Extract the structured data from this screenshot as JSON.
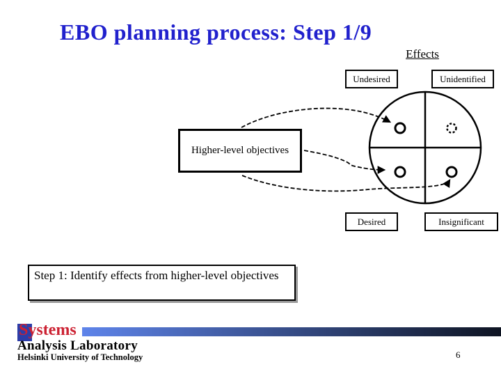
{
  "slide": {
    "title": "EBO planning process: Step 1/9",
    "diagram": {
      "axis_title": "Effects",
      "quadrant_labels": {
        "top_left": "Undesired",
        "top_right": "Unidentified",
        "bottom_left": "Desired",
        "bottom_right": "Insignificant"
      },
      "source_box": "Higher-level objectives",
      "effect_points": [
        {
          "quadrant": "undesired",
          "style": "solid",
          "arrow_from_source": true
        },
        {
          "quadrant": "unidentified",
          "style": "dashed",
          "arrow_from_source": false
        },
        {
          "quadrant": "desired",
          "style": "solid",
          "arrow_from_source": true
        },
        {
          "quadrant": "insignificant",
          "style": "solid",
          "arrow_from_source": true
        }
      ]
    },
    "step_caption": "Step 1: Identify effects from higher-level objectives",
    "footer": {
      "logo_line1": "Systems",
      "logo_line2": "Analysis Laboratory",
      "logo_line3": "Helsinki University of Technology",
      "page_number": "6"
    },
    "colors": {
      "title_blue": "#2121cd",
      "logo_red": "#cc2233",
      "logo_square_blue": "#2d3da8",
      "bar_start": "#5e84ea",
      "bar_end": "#0e1422",
      "step_shadow": "#999999"
    }
  }
}
